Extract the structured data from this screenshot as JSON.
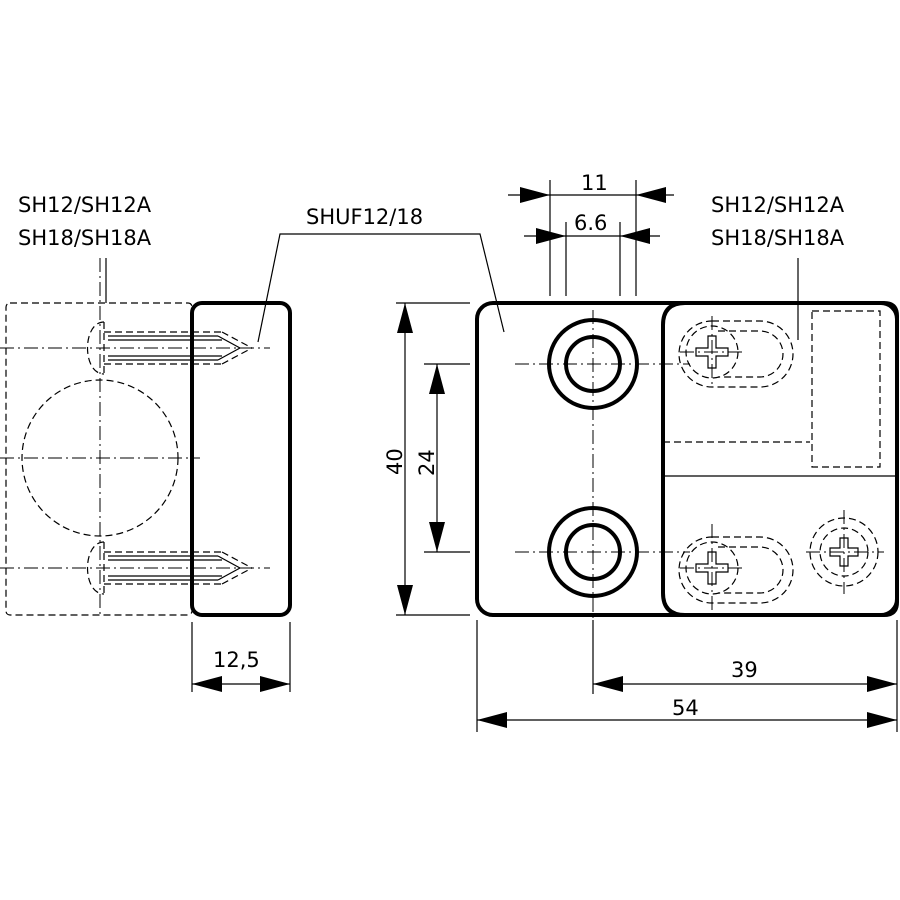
{
  "side_view": {
    "switch_label_1": "SH12/SH12A",
    "switch_label_2": "SH18/SH18A",
    "width_dimension": "12,5"
  },
  "bracket_label": "SHUF12/18",
  "front_view": {
    "switch_label_1": "SH12/SH12A",
    "switch_label_2": "SH18/SH18A",
    "dimensions": {
      "hole_pitch_outer": "11",
      "hole_pitch_inner": "6.6",
      "height": "40",
      "hole_spacing": "24",
      "offset": "39",
      "length": "54"
    }
  }
}
